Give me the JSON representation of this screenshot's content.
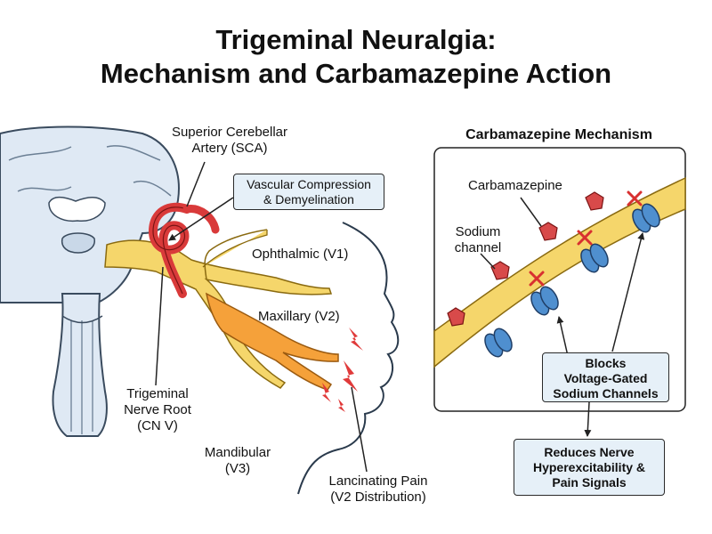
{
  "title": {
    "line1": "Trigeminal Neuralgia:",
    "line2": "Mechanism and Carbamazepine Action"
  },
  "labels": {
    "sca_line1": "Superior Cerebellar",
    "sca_line2": "Artery (SCA)",
    "compression_line1": "Vascular Compression",
    "compression_line2": "& Demyelination",
    "ophthalmic": "Ophthalmic (V1)",
    "maxillary": "Maxillary (V2)",
    "mandibular_line1": "Mandibular",
    "mandibular_line2": "(V3)",
    "root_line1": "Trigeminal",
    "root_line2": "Nerve Root",
    "root_line3": "(CN V)",
    "pain_line1": "Lancinating Pain",
    "pain_line2": "(V2 Distribution)"
  },
  "mechanism": {
    "panel_title": "Carbamazepine Mechanism",
    "drug_label": "Carbamazepine",
    "channel_line1": "Sodium",
    "channel_line2": "channel",
    "blocks_line1": "Blocks",
    "blocks_line2": "Voltage-Gated",
    "blocks_line3": "Sodium Channels",
    "reduces_line1": "Reduces Nerve",
    "reduces_line2": "Hyperexcitability &",
    "reduces_line3": "Pain Signals"
  },
  "colors": {
    "nerve_yellow": "#f5d66b",
    "nerve_orange": "#f5a13a",
    "artery_red": "#d93a3a",
    "brain_blue": "#dfe9f4",
    "channel_blue": "#4f8fcf",
    "drug_red": "#d84a4a",
    "box_fill": "#e6f0f8"
  }
}
